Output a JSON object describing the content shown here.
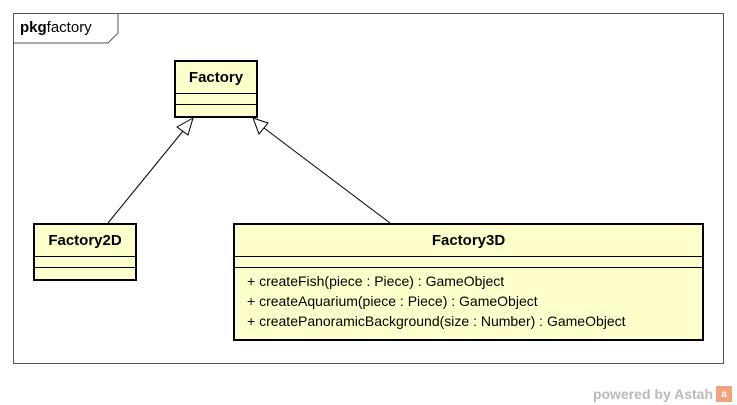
{
  "frame": {
    "keyword": "pkg",
    "name": "factory"
  },
  "classes": {
    "factory": {
      "name": "Factory"
    },
    "factory2d": {
      "name": "Factory2D"
    },
    "factory3d": {
      "name": "Factory3D",
      "operations": [
        "+ createFish(piece : Piece) : GameObject",
        "+ createAquarium(piece : Piece) : GameObject",
        "+ createPanoramicBackground(size : Number) : GameObject"
      ]
    }
  },
  "watermark": {
    "text": "powered by Astah",
    "logo_letter": "a"
  }
}
